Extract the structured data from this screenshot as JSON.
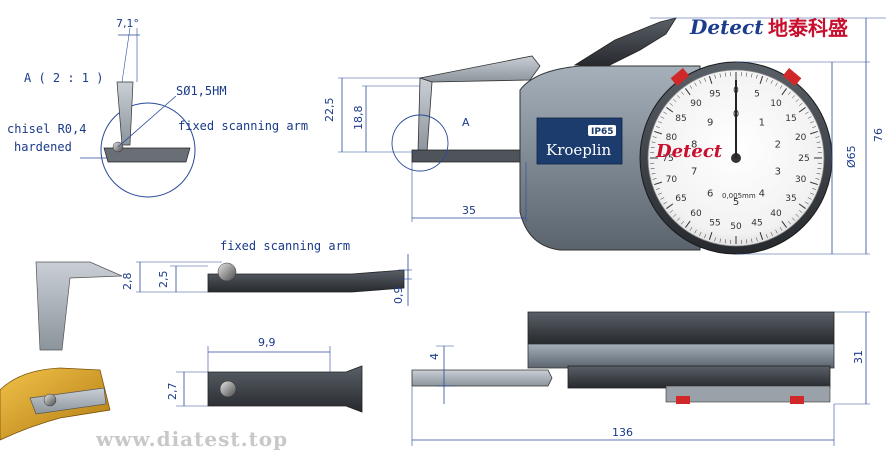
{
  "brand": {
    "name": "Detect",
    "chinese": "地泰科盛",
    "website": "www.diatest.top",
    "gauge_brand": "Kroeplin",
    "ip_rating": "IP65",
    "dial_overlay": "Detect"
  },
  "detail_view": {
    "title": "A ( 2 : 1 )",
    "angle": "7,1°",
    "ball_size": "SØ1,5HM",
    "chisel_label_1": "chisel R0,4",
    "chisel_label_2": "hardened",
    "arm_label": "fixed scanning arm"
  },
  "front_view": {
    "dim_outer_height": "22,5",
    "dim_inner_height": "18,8",
    "dim_depth": "35",
    "detail_marker": "A",
    "dim_dial_diameter": "Ø65",
    "dim_total_height": "76"
  },
  "dial": {
    "outer_numbers": [
      "95",
      "0",
      "5",
      "90",
      "10",
      "85",
      "15",
      "80",
      "20",
      "75",
      "25",
      "70",
      "30",
      "65",
      "35",
      "60",
      "40",
      "55",
      "45",
      "50"
    ],
    "inner_numbers": [
      "0",
      "9",
      "1",
      "8",
      "2",
      "7",
      "3",
      "6",
      "4",
      "5"
    ],
    "resolution": "0,005mm"
  },
  "side_view": {
    "arm_label": "fixed scanning arm",
    "dim_a": "2,8",
    "dim_b": "2,5",
    "dim_c": "0,9"
  },
  "top_view": {
    "dim_length": "9,9",
    "dim_height": "2,7"
  },
  "bottom_view": {
    "dim_thickness": "4",
    "dim_body_height": "31",
    "dim_total_length": "136"
  },
  "colors": {
    "dimension_blue": "#1a3a8a",
    "brand_red": "#c8102e",
    "body_gray": "#7d8791",
    "dark_gray": "#3a3f45",
    "label_blue_dark": "#1c3c6e",
    "dial_red": "#d02828"
  }
}
